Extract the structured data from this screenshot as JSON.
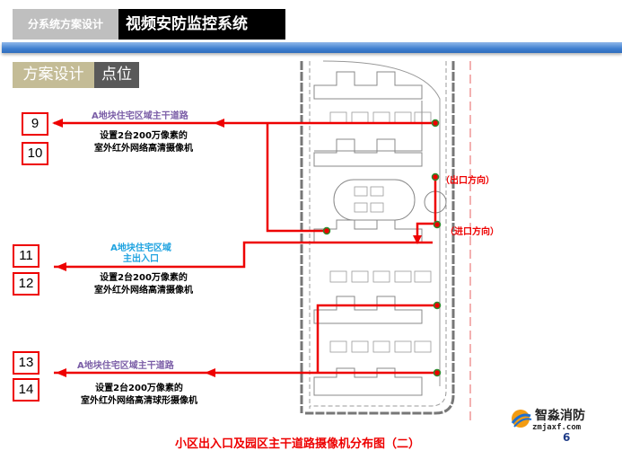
{
  "header": {
    "section": "分系统方案设计",
    "title": "视频安防监控系统"
  },
  "subheader": {
    "left": "方案设计",
    "right": "点位"
  },
  "groups": [
    {
      "numbers": [
        "9",
        "10"
      ],
      "label": "A地块住宅区域主干道路",
      "label_color": "#7b5ea7",
      "description_lines": [
        "设置2台200万像素的",
        "室外红外网络高清摄像机"
      ]
    },
    {
      "numbers": [
        "11",
        "12"
      ],
      "label_lines": [
        "A地块住宅区域",
        "主出入口"
      ],
      "label_color": "#1fa3e0",
      "description_lines": [
        "设置2台200万像素的",
        "室外红外网络高清摄像机"
      ]
    },
    {
      "numbers": [
        "13",
        "14"
      ],
      "label": "A地块住宅区域主干道路",
      "label_color": "#7b5ea7",
      "description_lines": [
        "设置2台200万像素的",
        "室外红外网络高清球形摄像机"
      ]
    }
  ],
  "directions": {
    "exit": "（出口方向）",
    "entry": "（进口方向）"
  },
  "caption": "小区出入口及园区主干道路摄像机分布图（二）",
  "logo": {
    "name": "智淼消防",
    "url": "zmjaxf.com"
  },
  "page_number": "6",
  "colors": {
    "accent_red": "#e00000",
    "header_blue": "#3f7fcf",
    "camera_dot": "#2e8b2e"
  }
}
